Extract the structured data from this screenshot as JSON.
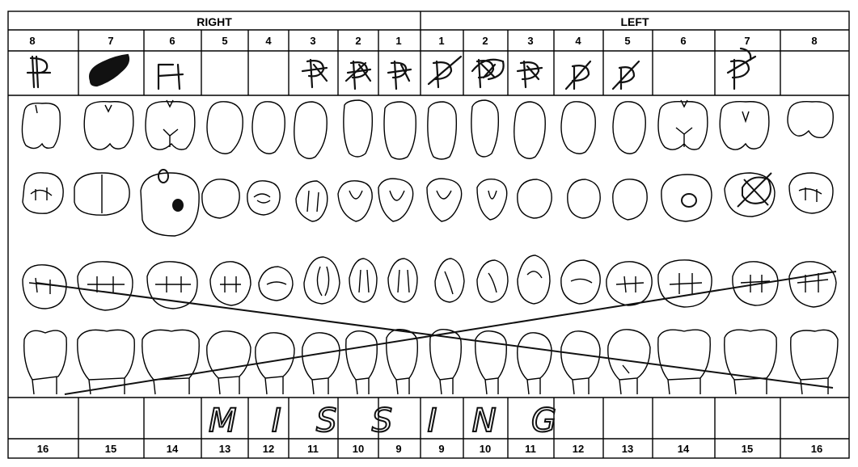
{
  "sides": {
    "right": "RIGHT",
    "left": "LEFT"
  },
  "upper_numbers": [
    "8",
    "7",
    "6",
    "5",
    "4",
    "3",
    "2",
    "1",
    "1",
    "2",
    "3",
    "4",
    "5",
    "6",
    "7",
    "8"
  ],
  "lower_numbers": [
    "16",
    "15",
    "14",
    "13",
    "12",
    "11",
    "10",
    "9",
    "9",
    "10",
    "11",
    "12",
    "13",
    "14",
    "15",
    "16"
  ],
  "lower_annotation": "M I S S I N G",
  "ink_color": "#111111"
}
